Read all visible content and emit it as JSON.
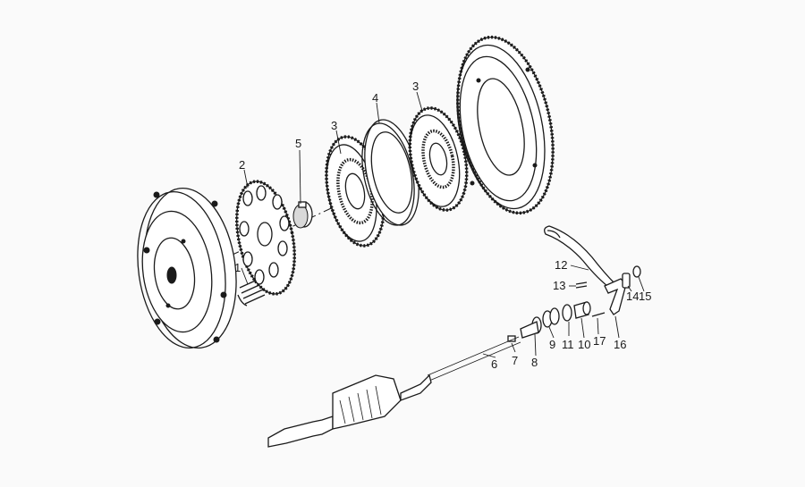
{
  "diagram": {
    "callouts": {
      "p1": "1",
      "p2": "2",
      "p3a": "3",
      "p3b": "3",
      "p4": "4",
      "p5": "5",
      "p6": "6",
      "p7": "7",
      "p8": "8",
      "p9": "9",
      "p10": "10",
      "p11": "11",
      "p12": "12",
      "p13": "13",
      "p14": "14",
      "p15": "15",
      "p16": "16",
      "p17": "17"
    }
  }
}
